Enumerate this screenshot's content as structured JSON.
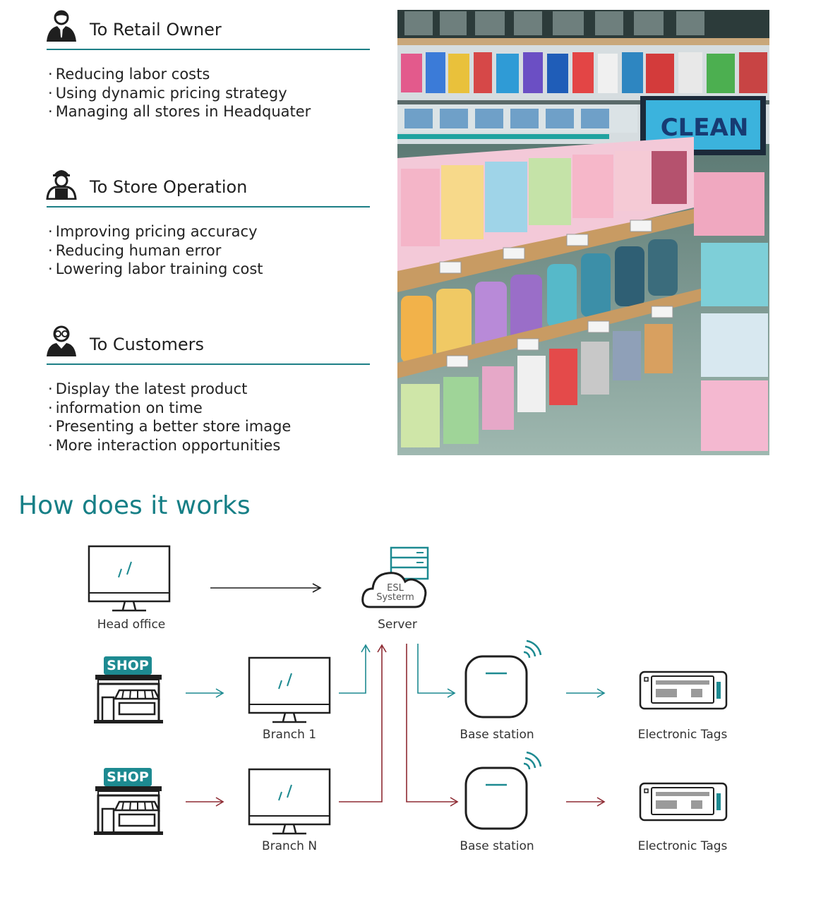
{
  "sections": [
    {
      "title": "To Retail Owner",
      "icon": "businessman-icon",
      "bullets": [
        "Reducing labor costs",
        "Using dynamic pricing strategy",
        "Managing all stores in Headquater"
      ]
    },
    {
      "title": "To Store Operation",
      "icon": "worker-icon",
      "bullets": [
        "Improving pricing accuracy",
        "Reducing human error",
        "Lowering labor training cost"
      ]
    },
    {
      "title": "To Customers",
      "icon": "customer-icon",
      "bullets": [
        "Display the latest product",
        "information on time",
        "Presenting a better store image",
        "More interaction opportunities"
      ]
    }
  ],
  "photo": {
    "sign_text": "CLEAN"
  },
  "diagram": {
    "heading": "How does it works",
    "head_office": "Head office",
    "server_label": "Server",
    "cloud_text_1": "ESL",
    "cloud_text_2": "Systerm",
    "shop_badge": "SHOP",
    "branch_1": "Branch 1",
    "branch_n": "Branch N",
    "base_station": "Base station",
    "electronic_tags": "Electronic Tags",
    "colors": {
      "teal": "#1d8a91",
      "red": "#8e2b33",
      "dark": "#1f1f1f"
    }
  }
}
